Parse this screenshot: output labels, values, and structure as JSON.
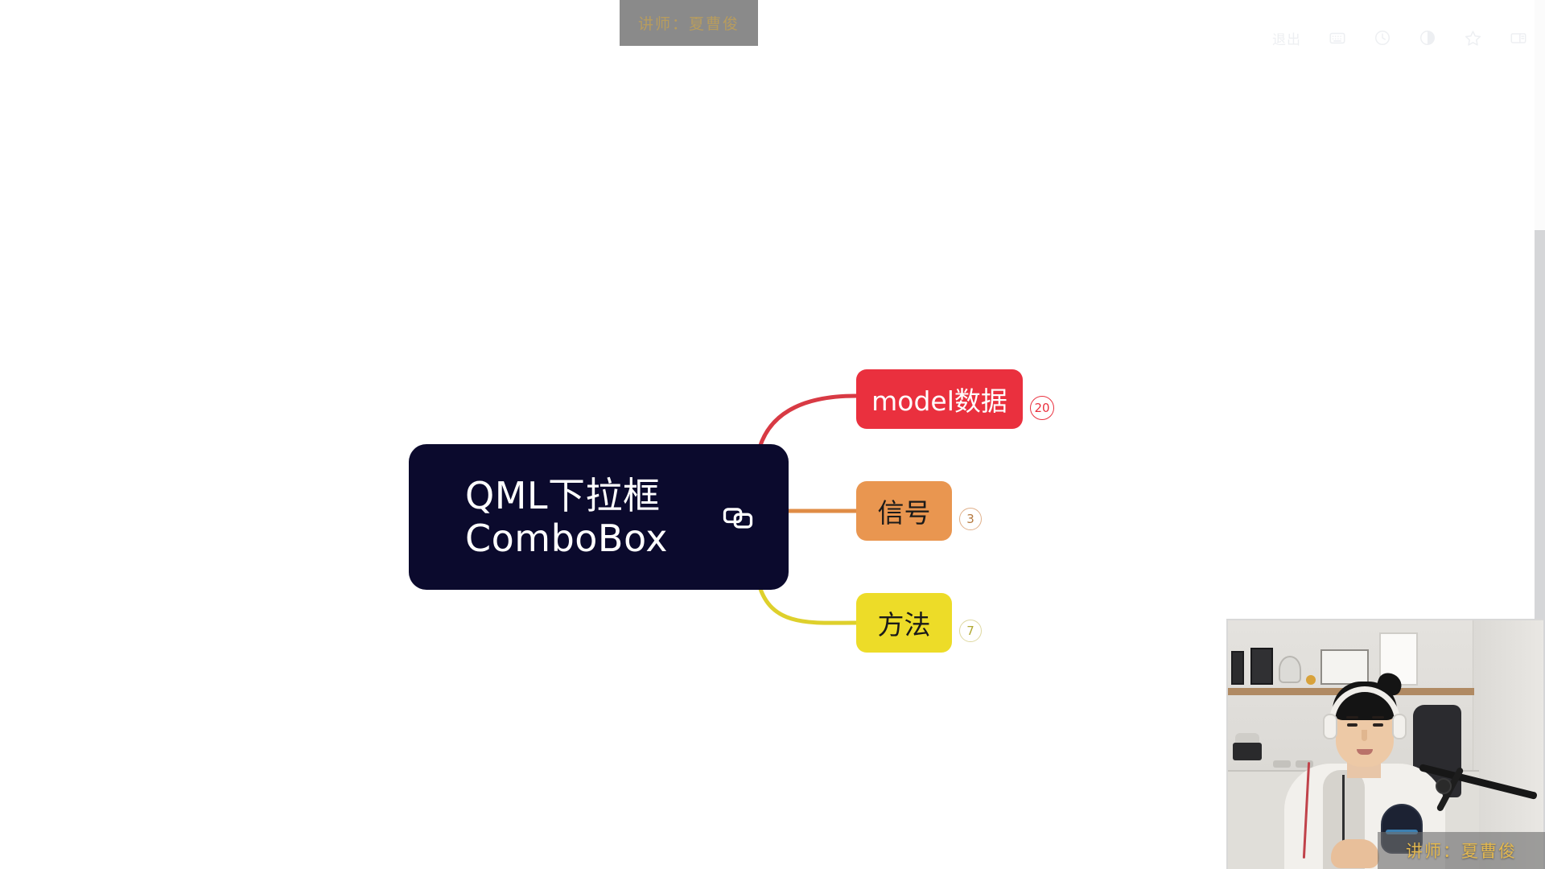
{
  "watermark_top": {
    "text": "讲师：夏曹俊"
  },
  "toolbar": {
    "items": [
      {
        "name": "exit",
        "label": "退出",
        "icon": "exit-text"
      },
      {
        "name": "keyboard",
        "label": "",
        "icon": "keyboard-icon"
      },
      {
        "name": "history",
        "label": "",
        "icon": "clock-icon"
      },
      {
        "name": "theme",
        "label": "",
        "icon": "contrast-icon"
      },
      {
        "name": "favorite",
        "label": "",
        "icon": "star-icon"
      },
      {
        "name": "layout",
        "label": "",
        "icon": "panel-layout-icon"
      }
    ]
  },
  "mindmap": {
    "root": {
      "title": "QML下拉框\nComboBox",
      "background": "#0b0a2d",
      "text_color": "#ffffff",
      "icon": "copy-duplicate-icon"
    },
    "branches": [
      {
        "label": "model数据",
        "count": "20",
        "color": "#ea303e",
        "text_color": "#ffffff",
        "badge_color": "#ea303e"
      },
      {
        "label": "信号",
        "count": "3",
        "color": "#e99650",
        "text_color": "#1a1a1a",
        "badge_color": "#b4793f"
      },
      {
        "label": "方法",
        "count": "7",
        "color": "#eddc28",
        "text_color": "#1a1a1a",
        "badge_color": "#b0a832"
      }
    ]
  },
  "webcam": {
    "watermark": "讲师：夏曹俊"
  },
  "colors": {
    "canvas_background": "#ffffff",
    "root_node": "#0b0a2d",
    "red_branch": "#ea303e",
    "orange_branch": "#e99650",
    "yellow_branch": "#eddc28",
    "watermark_gold": "#e3b850",
    "scrollbar_thumb": "#d5d6d8"
  }
}
